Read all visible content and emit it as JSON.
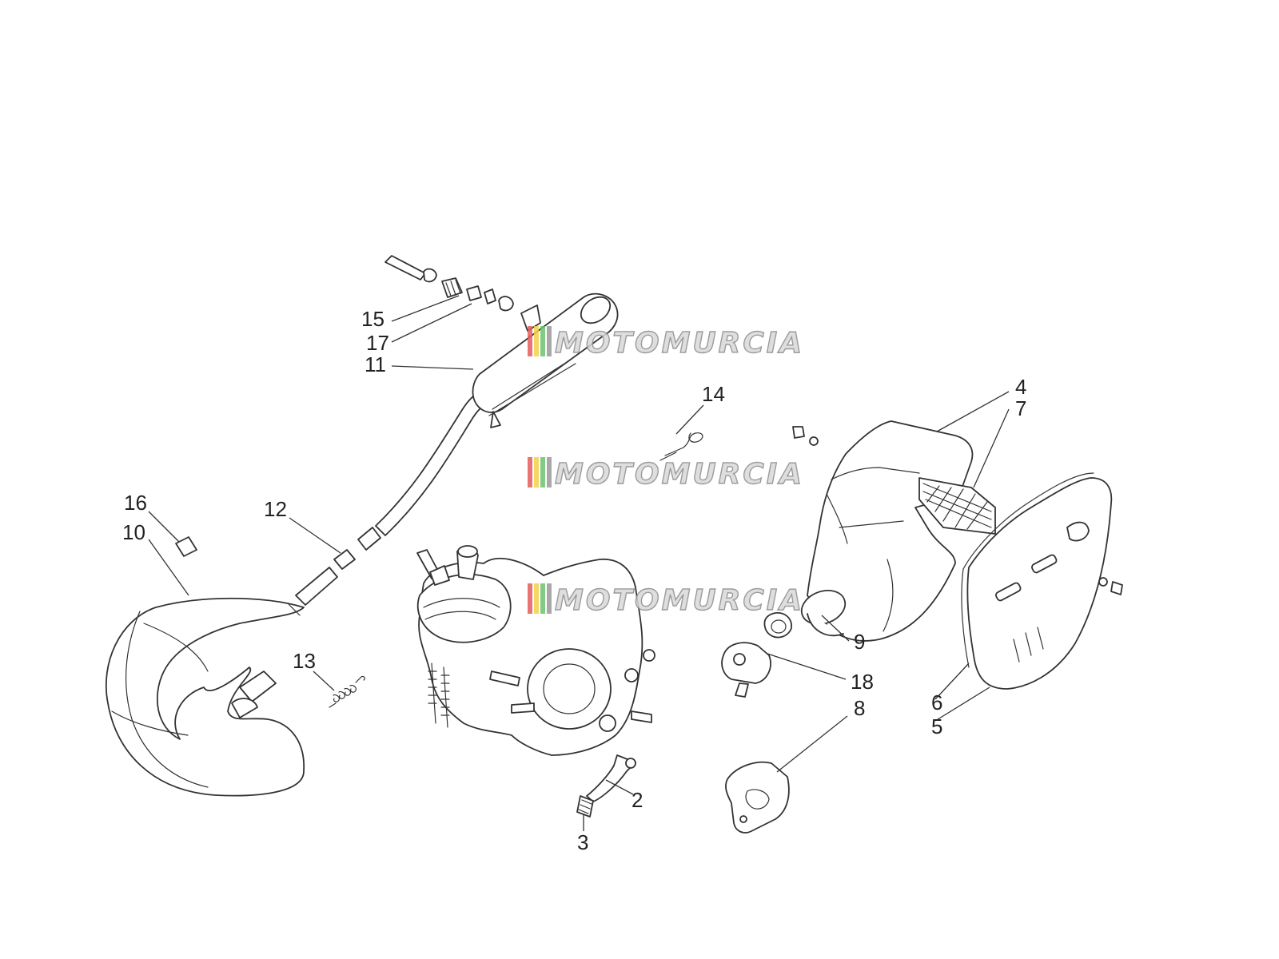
{
  "watermark": {
    "text": "MOTOMURCIA",
    "colors": {
      "red": "#e35d5d",
      "yellow": "#f2d04a",
      "green": "#6cc26c",
      "gray": "#9a9a9a",
      "text_fill": "#d9d9d9",
      "text_stroke": "#8a8a8a"
    }
  },
  "callouts": [
    {
      "id": "2",
      "label": "2"
    },
    {
      "id": "3",
      "label": "3"
    },
    {
      "id": "4",
      "label": "4"
    },
    {
      "id": "5",
      "label": "5"
    },
    {
      "id": "6",
      "label": "6"
    },
    {
      "id": "7",
      "label": "7"
    },
    {
      "id": "8",
      "label": "8"
    },
    {
      "id": "9",
      "label": "9"
    },
    {
      "id": "10",
      "label": "10"
    },
    {
      "id": "11",
      "label": "11"
    },
    {
      "id": "12",
      "label": "12"
    },
    {
      "id": "13",
      "label": "13"
    },
    {
      "id": "14",
      "label": "14"
    },
    {
      "id": "15",
      "label": "15"
    },
    {
      "id": "16",
      "label": "16"
    },
    {
      "id": "17",
      "label": "17"
    },
    {
      "id": "18",
      "label": "18"
    }
  ],
  "parts": [
    {
      "id": "engine",
      "icon": "engine-icon"
    },
    {
      "id": "exhaust-pipe",
      "icon": "exhaust-expansion-chamber-icon"
    },
    {
      "id": "silencer",
      "icon": "silencer-icon"
    },
    {
      "id": "air-box",
      "icon": "air-box-icon"
    },
    {
      "id": "air-box-cover",
      "icon": "air-box-cover-icon"
    },
    {
      "id": "carburetor",
      "icon": "carburetor-icon"
    },
    {
      "id": "sprocket-cover",
      "icon": "sprocket-cover-icon"
    },
    {
      "id": "kick-start",
      "icon": "kick-start-lever-icon"
    }
  ]
}
